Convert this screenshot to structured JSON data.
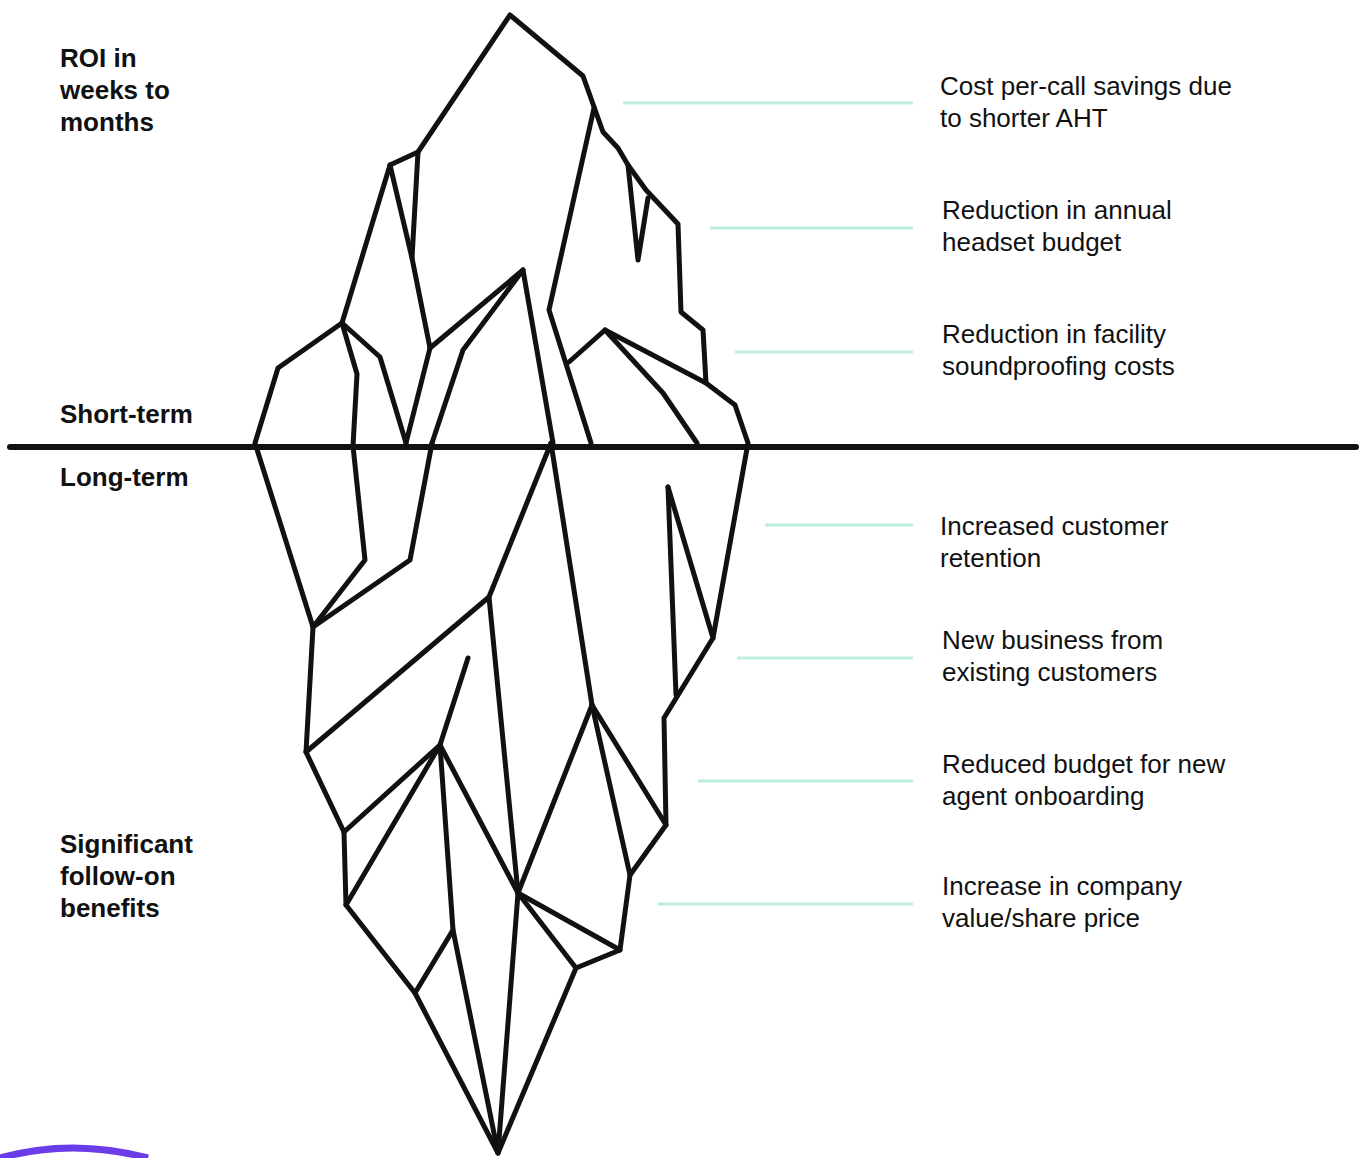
{
  "diagram": {
    "labels": [
      "ROI in weeks to months",
      "Cost per-call savings due to shorter AHT",
      "Reduction in annual headset budget",
      "Reduction in facility soundproofing costs",
      "Short-term",
      "Long-term",
      "Increased customer retention",
      "New business from existing customers",
      "Reduced budget for new agent onboarding",
      "Significant follow-on benefits",
      "Increase in company value/share price"
    ]
  }
}
